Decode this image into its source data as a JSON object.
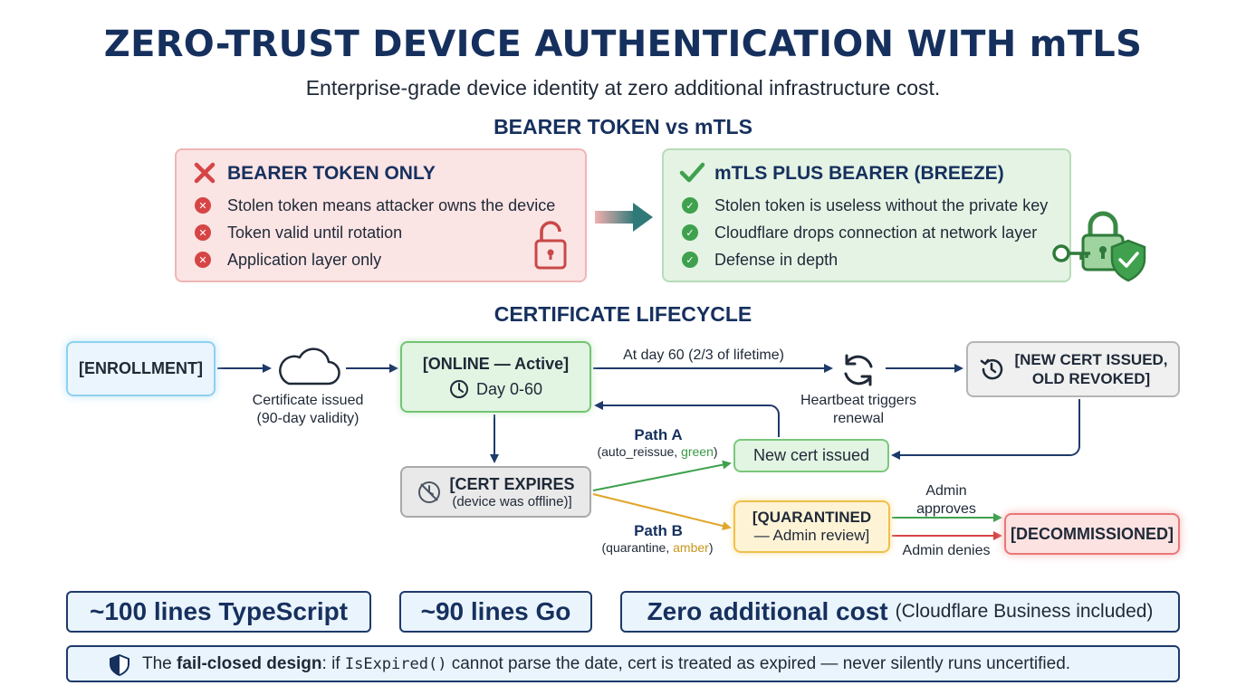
{
  "header": {
    "title": "ZERO-TRUST DEVICE AUTHENTICATION WITH mTLS",
    "subtitle": "Enterprise-grade device identity at zero additional infrastructure cost."
  },
  "comparison": {
    "heading": "BEARER TOKEN vs mTLS",
    "bearer": {
      "title": "BEARER TOKEN ONLY",
      "items": [
        "Stolen token means attacker owns the device",
        "Token valid until rotation",
        "Application layer only"
      ]
    },
    "mtls": {
      "title": "mTLS PLUS BEARER (BREEZE)",
      "items": [
        "Stolen token is useless without the private key",
        "Cloudflare drops connection at network layer",
        "Defense in depth"
      ]
    }
  },
  "lifecycle": {
    "heading": "CERTIFICATE LIFECYCLE",
    "enrollment": "[ENROLLMENT]",
    "issued_label_1": "Certificate issued",
    "issued_label_2": "(90-day validity)",
    "online_title": "[ONLINE — Active]",
    "online_days": "Day 0-60",
    "day60_label": "At day 60 (2/3 of lifetime)",
    "heartbeat_1": "Heartbeat triggers",
    "heartbeat_2": "renewal",
    "new_cert_1": "[NEW CERT ISSUED,",
    "new_cert_2": "OLD REVOKED]",
    "path_a": "Path A",
    "path_a_sub_pre": "(auto_reissue, ",
    "path_a_sub_color": "green",
    "path_a_sub_post": ")",
    "new_cert_issued": "New cert issued",
    "cert_expires_1": "[CERT EXPIRES",
    "cert_expires_2": "(device was offline)]",
    "path_b": "Path B",
    "path_b_sub_pre": "(quarantine, ",
    "path_b_sub_color": "amber",
    "path_b_sub_post": ")",
    "quarantined_1": "[QUARANTINED",
    "quarantined_2": "— Admin review]",
    "admin_approves_1": "Admin",
    "admin_approves_2": "approves",
    "admin_denies": "Admin denies",
    "decommissioned": "[DECOMMISSIONED]"
  },
  "stats": {
    "ts": "~100 lines TypeScript",
    "go": "~90 lines Go",
    "cost_big": "Zero additional cost",
    "cost_small": "(Cloudflare Business included)"
  },
  "footer": {
    "pre": "The ",
    "bold": "fail-closed design",
    "mid": ": if ",
    "code": "IsExpired()",
    "post": " cannot parse the date, cert is treated as expired — never silently runs uncertified."
  },
  "colors": {
    "navy": "#16305e",
    "red": "#d64545",
    "green": "#3fa14e",
    "amber": "#e0a52a",
    "arrow": "#1e3a6a"
  }
}
